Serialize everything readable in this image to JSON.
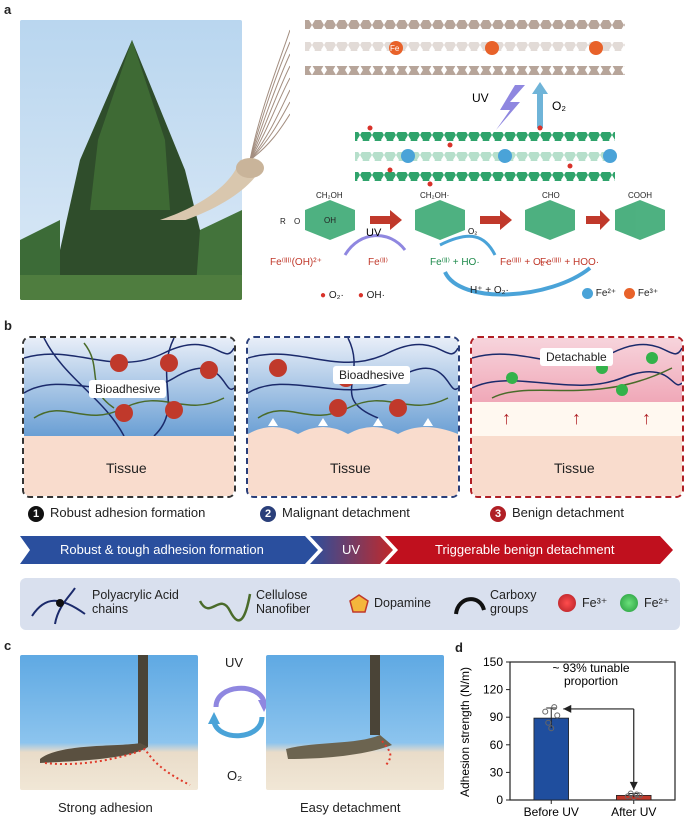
{
  "panels": {
    "a": "a",
    "b": "b",
    "c": "c",
    "d": "d"
  },
  "panel_a": {
    "uv_label": "UV",
    "o2_label": "O₂",
    "fe_label": "Fe",
    "legend_fe2": "Fe²⁺",
    "legend_fe3": "Fe³⁺",
    "legend_o2": "O₂·",
    "legend_oh": "OH·",
    "reaction1_left": "Fe⁽ᴵᴵᴵ⁾(OH)²⁺",
    "reaction1_right": "Fe⁽ᴵᴵ⁾",
    "reaction2": "Fe⁽ᴵᴵ⁾ + HO·",
    "reaction3": "Fe⁽ᴵᴵᴵ⁾ + O₂·",
    "reaction4": "Fe⁽ᴵᴵᴵ⁾ + HOO·",
    "reaction5": "H⁺ + O₂·",
    "uv_small": "UV",
    "o2_small": "O₂",
    "chem": {
      "ch2oh": "CH₂OH",
      "ch2oh_rad": "CH₂OH·",
      "cho": "CHO",
      "cooh": "COOH",
      "oh": "OH",
      "o": "O",
      "r": "R"
    }
  },
  "panel_b": {
    "box1_label": "Bioadhesive",
    "box2_label": "Bioadhesive",
    "box3_label": "Detachable",
    "tissue": "Tissue",
    "steps": [
      {
        "num": "1",
        "label": "Robust adhesion formation",
        "color": "#111111"
      },
      {
        "num": "2",
        "label": "Malignant detachment",
        "color": "#2a3f7a"
      },
      {
        "num": "3",
        "label": "Benign detachment",
        "color": "#b01f25"
      }
    ],
    "banner": {
      "left": "Robust & tough adhesion formation",
      "middle": "UV",
      "right": "Triggerable benign detachment"
    },
    "legend": {
      "paa": "Polyacrylic Acid chains",
      "cnf": "Cellulose Nanofiber",
      "dopamine": "Dopamine",
      "carboxy": "Carboxy groups",
      "fe3": "Fe³⁺",
      "fe2": "Fe²⁺"
    }
  },
  "panel_c": {
    "uv": "UV",
    "o2": "O₂",
    "caption_left": "Strong adhesion",
    "caption_right": "Easy detachment"
  },
  "chart_data": {
    "type": "bar",
    "categories": [
      "Before UV",
      "After UV"
    ],
    "values": [
      89,
      5
    ],
    "errors": [
      11,
      2
    ],
    "ylabel": "Adhesion strength (N/m)",
    "ylim": [
      0,
      150
    ],
    "yticks": [
      0,
      30,
      60,
      90,
      120,
      150
    ],
    "bar_colors": [
      "#1f4e9e",
      "#c0392b"
    ],
    "annotation": "~ 93% tunable proportion",
    "points": [
      [
        96,
        84,
        78,
        101,
        92
      ],
      [
        4,
        7,
        3,
        6,
        5
      ]
    ]
  }
}
